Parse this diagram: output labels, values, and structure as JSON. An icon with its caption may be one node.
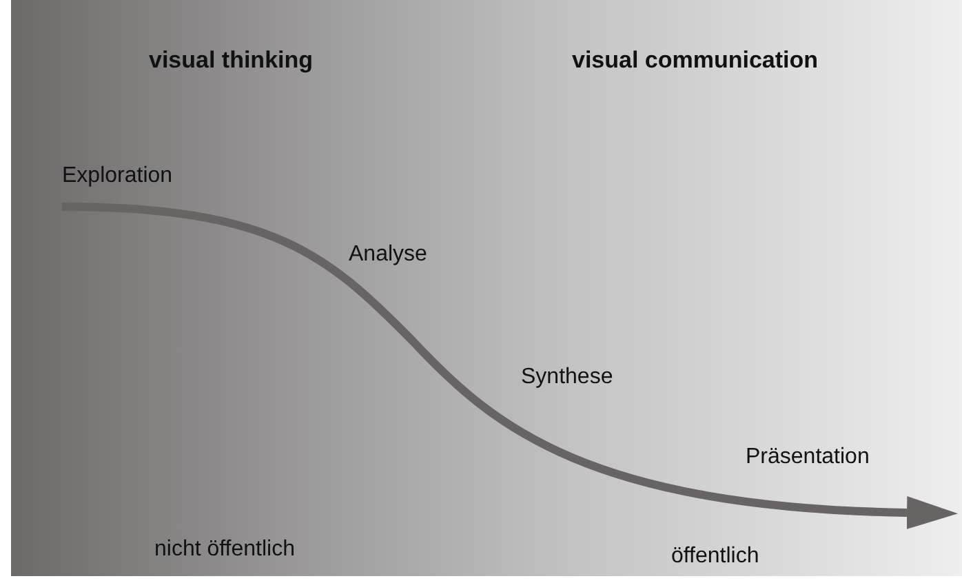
{
  "diagram": {
    "labels": [
      "visual thinking",
      "visual communication",
      "Exploration",
      "Analyse",
      "Synthese",
      "Präsentation",
      "nicht öffentlich",
      "öffentlich"
    ]
  }
}
